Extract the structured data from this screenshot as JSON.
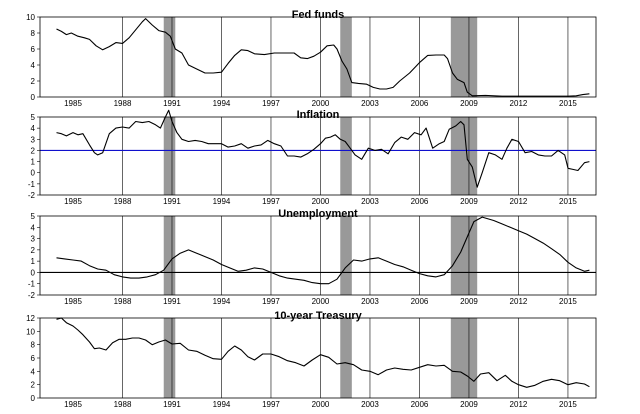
{
  "chart_data": [
    {
      "type": "line",
      "title": "Fed funds",
      "ylim": [
        0,
        10
      ],
      "yticks": [
        0,
        2,
        4,
        6,
        8,
        10
      ],
      "xticks": [
        1985,
        1988,
        1991,
        1994,
        1997,
        2000,
        2003,
        2006,
        2009,
        2012,
        2015
      ],
      "xlim": [
        1983,
        2016.7
      ],
      "vlines": [
        1988,
        1991,
        1994,
        1997,
        2000,
        2003,
        2006,
        2009,
        2012,
        2015
      ],
      "recessions": [
        [
          1990.5,
          1991.2
        ],
        [
          2001.2,
          2001.9
        ],
        [
          2007.9,
          2009.5
        ]
      ],
      "series": [
        {
          "color": "#000000",
          "x": [
            1984.0,
            1984.3,
            1984.6,
            1984.9,
            1985.3,
            1985.7,
            1986.0,
            1986.4,
            1986.8,
            1987.2,
            1987.6,
            1988.0,
            1988.4,
            1988.8,
            1989.2,
            1989.4,
            1989.8,
            1990.2,
            1990.6,
            1990.9,
            1991.2,
            1991.6,
            1992.0,
            1992.5,
            1993.0,
            1993.5,
            1994.0,
            1994.4,
            1994.8,
            1995.2,
            1995.6,
            1996.0,
            1996.6,
            1997.2,
            1997.8,
            1998.4,
            1998.8,
            1999.2,
            1999.6,
            2000.0,
            2000.4,
            2000.8,
            2001.0,
            2001.3,
            2001.6,
            2001.9,
            2002.3,
            2002.8,
            2003.2,
            2003.6,
            2004.0,
            2004.4,
            2004.8,
            2005.4,
            2006.0,
            2006.5,
            2007.0,
            2007.5,
            2007.7,
            2008.0,
            2008.3,
            2008.7,
            2008.9,
            2009.2,
            2010.0,
            2011.0,
            2012.0,
            2013.0,
            2014.0,
            2015.0,
            2015.5,
            2015.9,
            2016.3
          ],
          "y": [
            8.5,
            8.2,
            7.8,
            8.0,
            7.6,
            7.4,
            7.2,
            6.4,
            5.9,
            6.3,
            6.8,
            6.7,
            7.4,
            8.4,
            9.4,
            9.8,
            9.0,
            8.3,
            8.1,
            7.6,
            6.0,
            5.5,
            4.0,
            3.5,
            3.0,
            3.0,
            3.1,
            4.2,
            5.2,
            5.9,
            5.8,
            5.4,
            5.3,
            5.5,
            5.5,
            5.5,
            4.9,
            4.8,
            5.1,
            5.6,
            6.4,
            6.5,
            6.0,
            4.5,
            3.5,
            1.8,
            1.7,
            1.6,
            1.2,
            1.0,
            1.0,
            1.2,
            2.0,
            3.0,
            4.3,
            5.2,
            5.25,
            5.25,
            4.8,
            3.0,
            2.2,
            1.8,
            0.6,
            0.15,
            0.2,
            0.1,
            0.1,
            0.1,
            0.1,
            0.1,
            0.15,
            0.3,
            0.4
          ]
        }
      ]
    },
    {
      "type": "line",
      "title": "Inflation",
      "ylim": [
        -2,
        5
      ],
      "yticks": [
        -2,
        -1,
        0,
        1,
        2,
        3,
        4,
        5
      ],
      "xticks": [
        1985,
        1988,
        1991,
        1994,
        1997,
        2000,
        2003,
        2006,
        2009,
        2012,
        2015
      ],
      "xlim": [
        1983,
        2016.7
      ],
      "vlines": [
        1988,
        1991,
        1994,
        1997,
        2000,
        2003,
        2006,
        2009,
        2012,
        2015
      ],
      "recessions": [
        [
          1990.5,
          1991.2
        ],
        [
          2001.2,
          2001.9
        ],
        [
          2007.9,
          2009.5
        ]
      ],
      "hline": {
        "value": 2,
        "color": "#1010cc"
      },
      "series": [
        {
          "color": "#000000",
          "x": [
            1984.0,
            1984.3,
            1984.6,
            1985.0,
            1985.3,
            1985.6,
            1986.0,
            1986.3,
            1986.5,
            1986.8,
            1987.2,
            1987.6,
            1988.0,
            1988.4,
            1988.8,
            1989.2,
            1989.6,
            1990.0,
            1990.3,
            1990.6,
            1990.8,
            1991.0,
            1991.3,
            1991.6,
            1992.0,
            1992.4,
            1992.8,
            1993.2,
            1993.6,
            1994.0,
            1994.4,
            1994.8,
            1995.2,
            1995.6,
            1996.0,
            1996.4,
            1996.8,
            1997.2,
            1997.6,
            1998.0,
            1998.4,
            1998.8,
            1999.2,
            1999.6,
            2000.0,
            2000.3,
            2000.6,
            2000.9,
            2001.2,
            2001.5,
            2001.8,
            2002.1,
            2002.5,
            2002.9,
            2003.3,
            2003.7,
            2004.1,
            2004.5,
            2004.9,
            2005.3,
            2005.7,
            2006.1,
            2006.4,
            2006.8,
            2007.2,
            2007.5,
            2007.8,
            2008.2,
            2008.5,
            2008.7,
            2008.9,
            2009.2,
            2009.5,
            2009.8,
            2010.2,
            2010.6,
            2011.0,
            2011.3,
            2011.6,
            2012.0,
            2012.4,
            2012.8,
            2013.2,
            2013.6,
            2014.0,
            2014.4,
            2014.8,
            2015.0,
            2015.3,
            2015.6,
            2016.0,
            2016.3
          ],
          "y": [
            3.6,
            3.5,
            3.3,
            3.6,
            3.4,
            3.5,
            2.5,
            1.8,
            1.6,
            1.8,
            3.5,
            4.0,
            4.1,
            4.0,
            4.6,
            4.5,
            4.6,
            4.3,
            4.0,
            5.0,
            5.6,
            4.6,
            3.6,
            3.0,
            2.8,
            2.9,
            2.8,
            2.6,
            2.6,
            2.6,
            2.3,
            2.4,
            2.6,
            2.2,
            2.4,
            2.5,
            2.9,
            2.6,
            2.4,
            1.5,
            1.5,
            1.4,
            1.7,
            2.1,
            2.6,
            3.1,
            3.2,
            3.4,
            3.0,
            2.8,
            2.2,
            1.6,
            1.2,
            2.2,
            2.0,
            2.1,
            1.7,
            2.7,
            3.2,
            3.0,
            3.6,
            3.4,
            4.0,
            2.2,
            2.6,
            2.8,
            3.9,
            4.2,
            4.6,
            4.3,
            1.2,
            0.5,
            -1.3,
            0.0,
            1.8,
            1.6,
            1.2,
            2.2,
            3.0,
            2.8,
            1.8,
            1.9,
            1.6,
            1.5,
            1.5,
            2.0,
            1.6,
            0.4,
            0.3,
            0.2,
            0.9,
            1.0
          ]
        }
      ]
    },
    {
      "type": "line",
      "title": "Unemployment",
      "ylim": [
        -2,
        5
      ],
      "yticks": [
        -2,
        -1,
        0,
        1,
        2,
        3,
        4,
        5
      ],
      "xticks": [
        1985,
        1988,
        1991,
        1994,
        1997,
        2000,
        2003,
        2006,
        2009,
        2012,
        2015
      ],
      "xlim": [
        1983,
        2016.7
      ],
      "vlines": [
        1988,
        1991,
        1994,
        1997,
        2000,
        2003,
        2006,
        2009,
        2012,
        2015
      ],
      "recessions": [
        [
          1990.5,
          1991.2
        ],
        [
          2001.2,
          2001.9
        ],
        [
          2007.9,
          2009.5
        ]
      ],
      "hline": {
        "value": 0,
        "color": "#000000"
      },
      "series": [
        {
          "color": "#000000",
          "x": [
            1984.0,
            1984.5,
            1985.0,
            1985.5,
            1986.0,
            1986.5,
            1987.0,
            1987.5,
            1988.0,
            1988.5,
            1989.0,
            1989.5,
            1990.0,
            1990.5,
            1991.0,
            1991.5,
            1992.0,
            1992.5,
            1993.0,
            1993.5,
            1994.0,
            1994.5,
            1995.0,
            1995.5,
            1996.0,
            1996.5,
            1997.0,
            1997.5,
            1998.0,
            1998.5,
            1999.0,
            1999.5,
            2000.0,
            2000.5,
            2001.0,
            2001.5,
            2002.0,
            2002.5,
            2003.0,
            2003.5,
            2004.0,
            2004.5,
            2005.0,
            2005.5,
            2006.0,
            2006.5,
            2007.0,
            2007.5,
            2008.0,
            2008.5,
            2009.0,
            2009.3,
            2009.8,
            2010.5,
            2011.0,
            2011.5,
            2012.0,
            2012.5,
            2013.0,
            2013.5,
            2014.0,
            2014.5,
            2015.0,
            2015.5,
            2016.0,
            2016.3
          ],
          "y": [
            1.3,
            1.2,
            1.1,
            1.0,
            0.6,
            0.3,
            0.2,
            -0.2,
            -0.4,
            -0.5,
            -0.5,
            -0.4,
            -0.2,
            0.2,
            1.2,
            1.7,
            2.0,
            1.7,
            1.4,
            1.1,
            0.7,
            0.4,
            0.1,
            0.2,
            0.4,
            0.3,
            0.0,
            -0.3,
            -0.5,
            -0.6,
            -0.7,
            -0.9,
            -1.0,
            -1.0,
            -0.6,
            0.4,
            1.1,
            1.0,
            1.2,
            1.3,
            1.0,
            0.7,
            0.5,
            0.2,
            -0.1,
            -0.3,
            -0.4,
            -0.2,
            0.6,
            1.8,
            3.5,
            4.5,
            4.9,
            4.6,
            4.3,
            4.0,
            3.7,
            3.4,
            3.0,
            2.6,
            2.1,
            1.6,
            0.9,
            0.4,
            0.1,
            0.2
          ]
        }
      ]
    },
    {
      "type": "line",
      "title": "10-year Treasury",
      "ylim": [
        0,
        12
      ],
      "yticks": [
        0,
        2,
        4,
        6,
        8,
        10,
        12
      ],
      "xticks": [
        1985,
        1988,
        1991,
        1994,
        1997,
        2000,
        2003,
        2006,
        2009,
        2012,
        2015
      ],
      "xlim": [
        1983,
        2016.7
      ],
      "vlines": [
        1988,
        1991,
        1994,
        1997,
        2000,
        2003,
        2006,
        2009,
        2012,
        2015
      ],
      "recessions": [
        [
          1990.5,
          1991.2
        ],
        [
          2001.2,
          2001.9
        ],
        [
          2007.9,
          2009.5
        ]
      ],
      "series": [
        {
          "color": "#000000",
          "x": [
            1984.0,
            1984.3,
            1984.6,
            1985.0,
            1985.3,
            1985.6,
            1986.0,
            1986.3,
            1986.6,
            1987.0,
            1987.4,
            1987.8,
            1988.2,
            1988.6,
            1989.0,
            1989.4,
            1989.8,
            1990.2,
            1990.6,
            1991.0,
            1991.5,
            1992.0,
            1992.5,
            1993.0,
            1993.5,
            1994.0,
            1994.4,
            1994.8,
            1995.2,
            1995.6,
            1996.0,
            1996.5,
            1997.0,
            1997.5,
            1998.0,
            1998.5,
            1999.0,
            1999.5,
            2000.0,
            2000.5,
            2001.0,
            2001.5,
            2002.0,
            2002.5,
            2003.0,
            2003.5,
            2004.0,
            2004.5,
            2005.0,
            2005.5,
            2006.0,
            2006.5,
            2007.0,
            2007.5,
            2008.0,
            2008.5,
            2008.9,
            2009.3,
            2009.7,
            2010.2,
            2010.7,
            2011.2,
            2011.6,
            2012.0,
            2012.5,
            2013.0,
            2013.5,
            2014.0,
            2014.5,
            2015.0,
            2015.5,
            2016.0,
            2016.3
          ],
          "y": [
            11.8,
            12.0,
            11.3,
            10.8,
            10.2,
            9.5,
            8.4,
            7.4,
            7.5,
            7.2,
            8.3,
            8.8,
            8.8,
            9.0,
            9.0,
            8.7,
            8.0,
            8.4,
            8.7,
            8.1,
            8.2,
            7.2,
            7.0,
            6.4,
            5.9,
            5.8,
            7.0,
            7.8,
            7.2,
            6.2,
            5.7,
            6.6,
            6.6,
            6.2,
            5.6,
            5.3,
            4.8,
            5.7,
            6.5,
            6.1,
            5.1,
            5.3,
            5.0,
            4.2,
            4.0,
            3.5,
            4.2,
            4.5,
            4.3,
            4.2,
            4.6,
            5.0,
            4.8,
            4.9,
            4.0,
            3.9,
            3.3,
            2.5,
            3.6,
            3.8,
            2.6,
            3.4,
            2.5,
            2.0,
            1.6,
            1.9,
            2.5,
            2.8,
            2.6,
            2.0,
            2.3,
            2.1,
            1.7
          ]
        }
      ]
    }
  ]
}
